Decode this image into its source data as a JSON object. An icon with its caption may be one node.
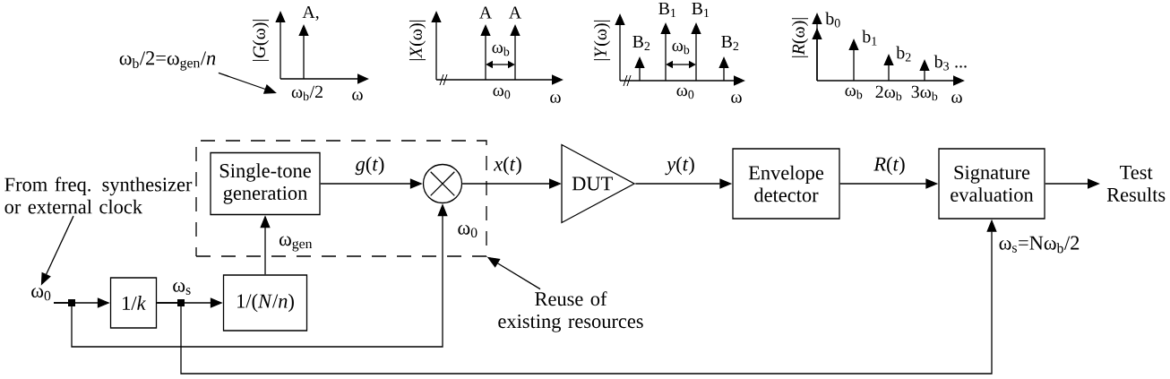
{
  "diagram": {
    "nodes": [
      {
        "text": [
          "ω$_{b}$/2=ω$_{gen}$/*n*"
        ]
      },
      {
        "text": [
          "From freq. synthesizer or external clock"
        ]
      },
      {
        "text": [],
        "shape": "box"
      },
      {
        "text": [
          "Single-tone generation"
        ],
        "in": 2
      },
      {
        "text": [],
        "shape": "circle",
        "in": 2
      },
      {
        "text": [
          "DUT"
        ]
      },
      {
        "text": [
          "Envelope detector"
        ]
      },
      {
        "text": [
          "Signature evaluation"
        ]
      },
      {
        "text": [
          "Test Results"
        ]
      },
      {
        "text": [
          "ω$_{0}$"
        ]
      },
      {
        "text": [
          "1/*k*"
        ]
      },
      {
        "text": [
          "1/(*N*/*n*)"
        ]
      },
      {
        "text": [
          "Reuse of existing resources"
        ]
      }
    ],
    "edges": [
      {
        "from": 0,
        "to": null,
        "arrow": "to"
      },
      {
        "from": 1,
        "to": 9,
        "arrow": "to"
      },
      {
        "from": 9,
        "to": 10,
        "arrow": "to"
      },
      {
        "from": 9,
        "to": 4,
        "arrow": "to",
        "label": "ω$_{0}$"
      },
      {
        "from": 10,
        "to": 11,
        "arrow": "to",
        "label": "ω$_{s}$"
      },
      {
        "from": 10,
        "to": 7,
        "arrow": "to",
        "label": "ω$_{s}$=Nω$_{b}$/2"
      },
      {
        "from": 11,
        "to": 3,
        "arrow": "to",
        "label": "ω$_{gen}$"
      },
      {
        "from": 3,
        "to": 4,
        "arrow": "to",
        "label": "*g*(*t*)"
      },
      {
        "from": 4,
        "to": 5,
        "arrow": "to",
        "label": "*x*(*t*)"
      },
      {
        "from": 5,
        "to": 6,
        "arrow": "to",
        "label": "*y*(*t*)"
      },
      {
        "from": 6,
        "to": 7,
        "arrow": "to",
        "label": "*R*(*t*)"
      },
      {
        "from": 7,
        "to": 8,
        "arrow": "to"
      },
      {
        "from": 12,
        "to": 2,
        "arrow": "to"
      }
    ],
    "labels": [
      "|*G*(ω)|",
      "A,",
      "ω$_{b}$/2",
      "ω",
      "|*X*(ω)|",
      "A",
      "A",
      "ω$_{b}$",
      "ω$_{0}$",
      "ω",
      "|*Y*(ω)|",
      "B$_{1}$",
      "B$_{1}$",
      "B$_{2}$",
      "ω$_{b}$",
      "B$_{2}$",
      "ω$_{0}$",
      "ω",
      "|*R*(ω)|",
      "b$_{0}$",
      "b$_{1}$",
      "b$_{2}$",
      "b$_{3}$ ...",
      "ω$_{b}$",
      "2ω$_{b}$",
      "3ω$_{b}$",
      "ω"
    ]
  }
}
